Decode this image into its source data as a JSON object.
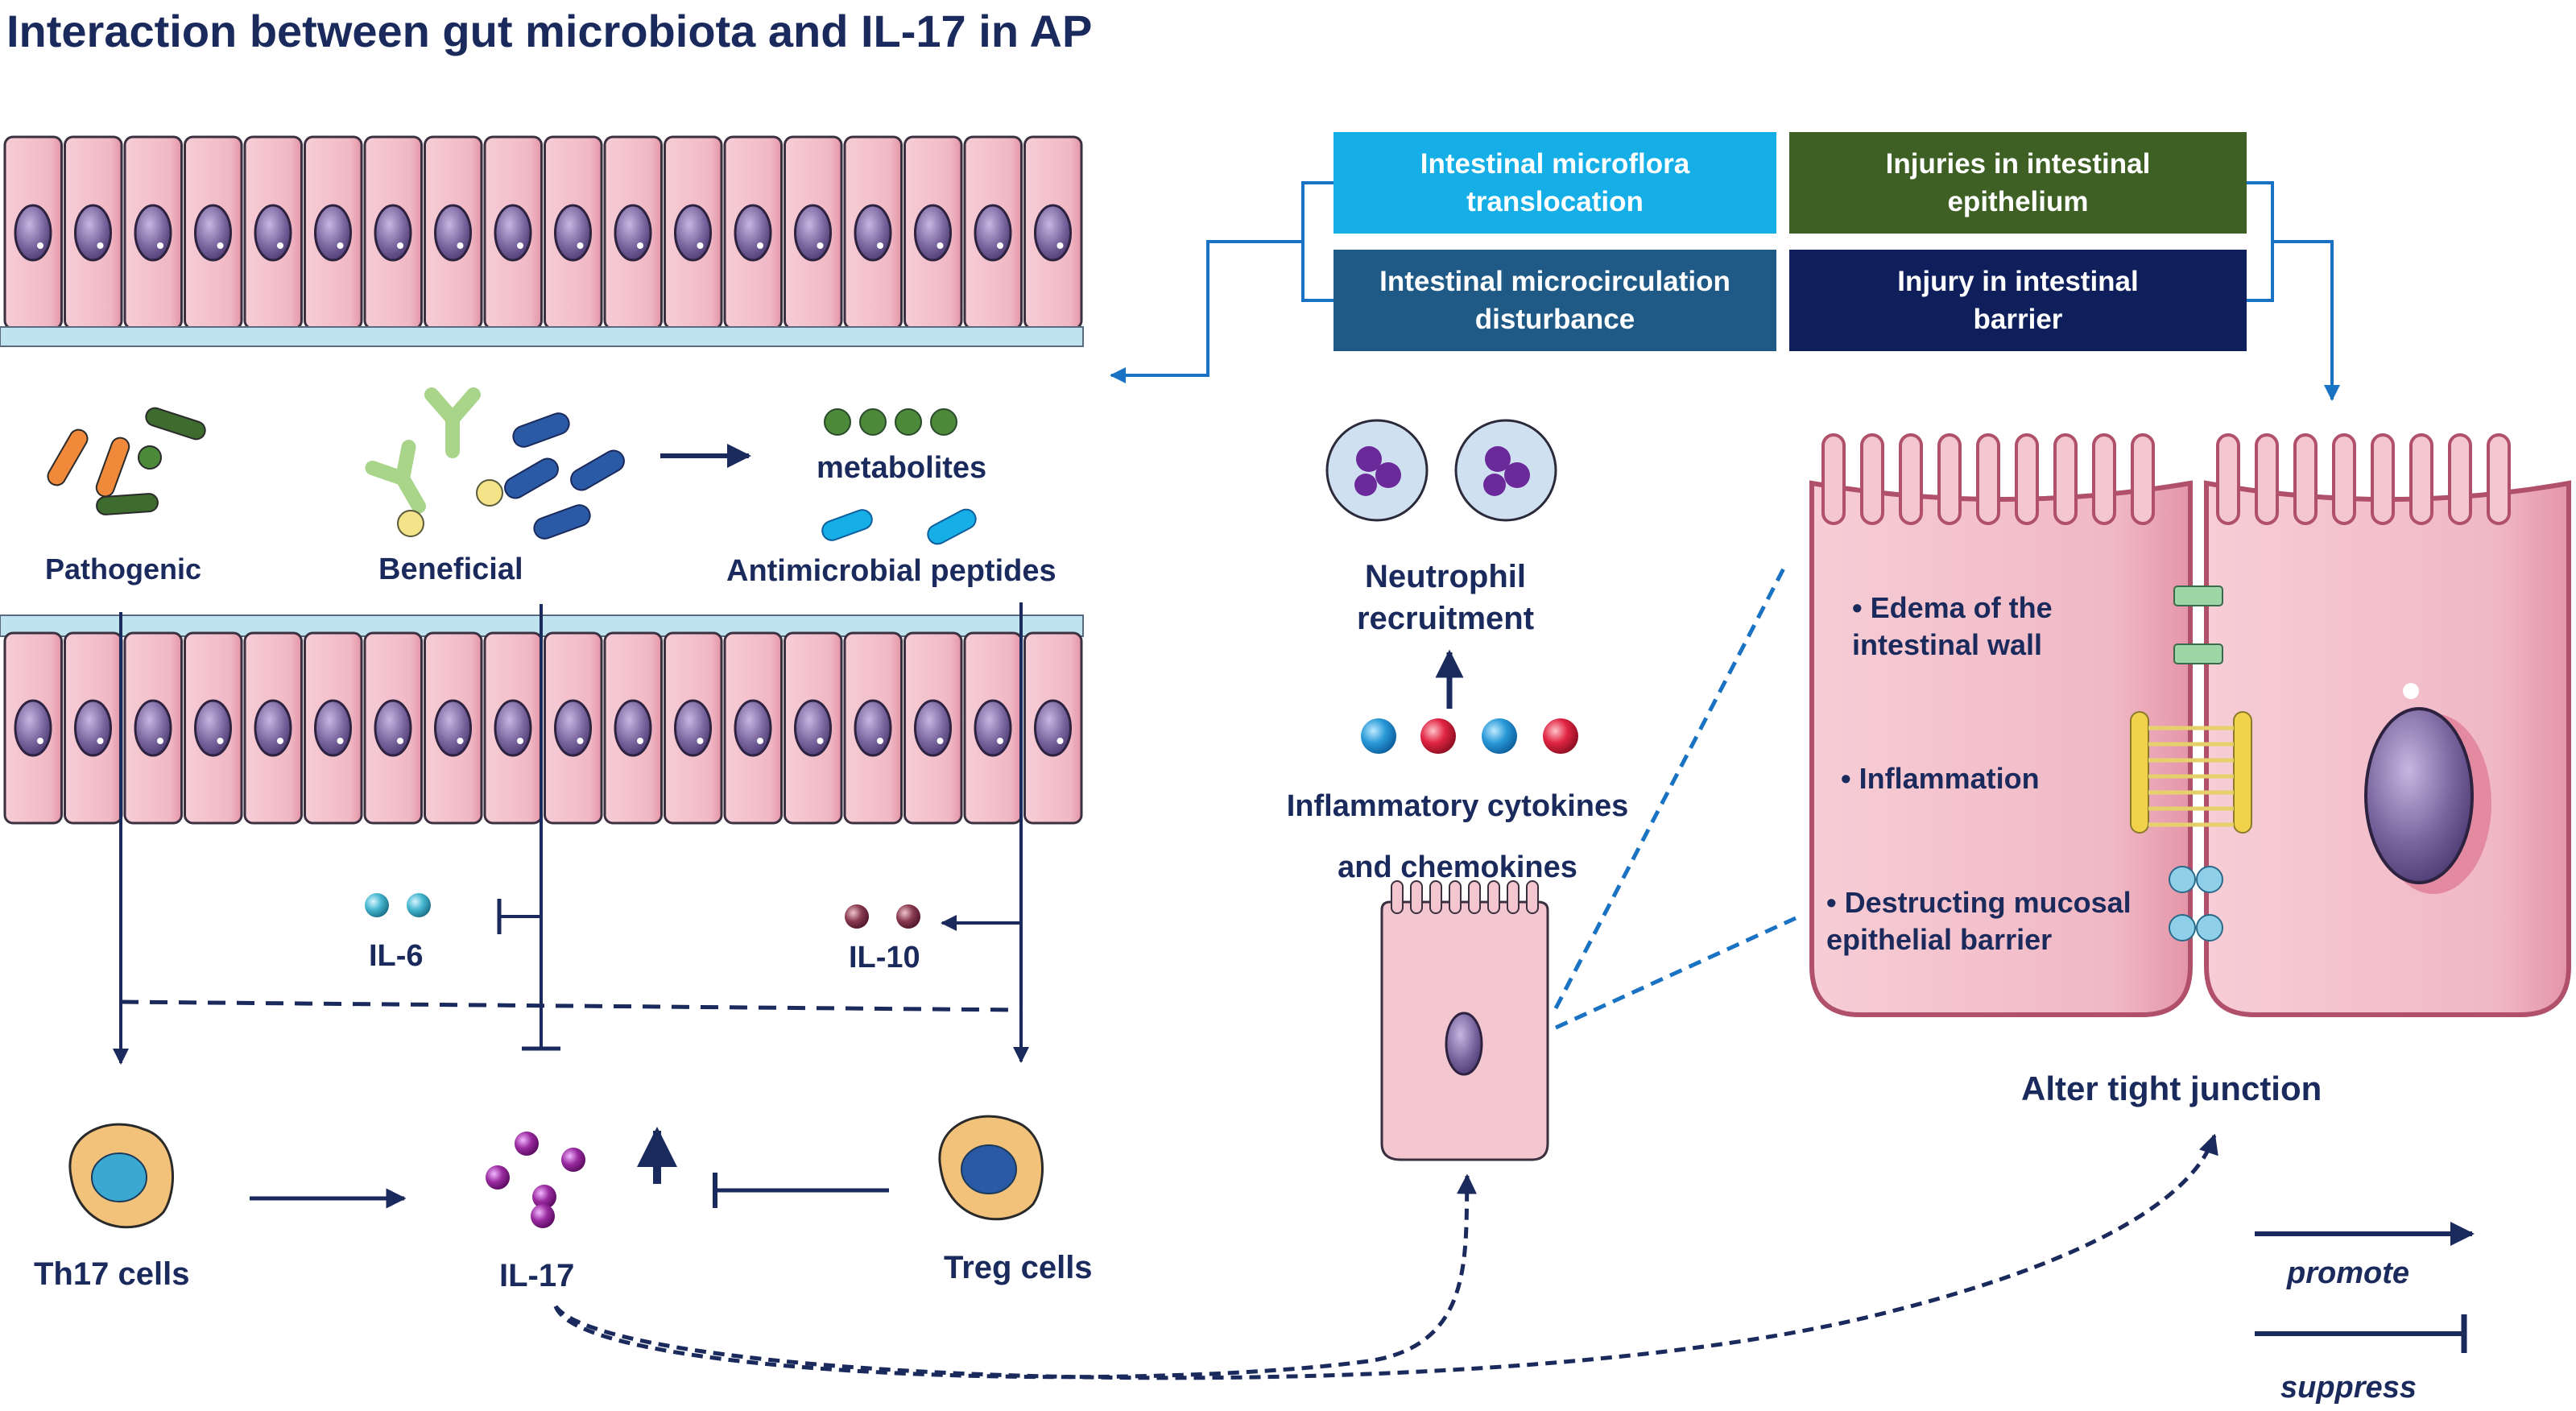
{
  "title": "Interaction between gut microbiota and IL-17 in AP",
  "bacteria": {
    "pathogenic": "Pathogenic",
    "beneficial": "Beneficial",
    "metabolites": "metabolites",
    "antimicrobial": "Antimicrobial peptides"
  },
  "mediators": {
    "il6": "IL-6",
    "il10": "IL-10",
    "il17": "IL-17",
    "th17": "Th17 cells",
    "treg": "Treg cells"
  },
  "boxes": {
    "microflora": "Intestinal microflora\ntranslocation",
    "microcirculation": "Intestinal microcirculation\ndisturbance",
    "epithelium": "Injuries in intestinal\nepithelium",
    "barrier": "Injury in intestinal\nbarrier"
  },
  "colors": {
    "microflora": "#16aee6",
    "microcirculation": "#1f5a87",
    "epithelium": "#3e6024",
    "barrier": "#0e1f5c",
    "arrow": "#1b2a5c",
    "connector": "#1a72c2",
    "cell_pink": "#f2bfca",
    "nucleus": "#7a669e"
  },
  "effects": {
    "neutrophil": "Neutrophil\nrecruitment",
    "cytokines_1": "Inflammatory cytokines",
    "cytokines_2": "and chemokines",
    "edema": "• Edema of the\n  intestinal wall",
    "inflammation": "• Inflammation",
    "destructing": "• Destructing mucosal\nepithelial barrier",
    "tight_junction": "Alter tight junction"
  },
  "legend": {
    "promote": "promote",
    "suppress": "suppress"
  }
}
